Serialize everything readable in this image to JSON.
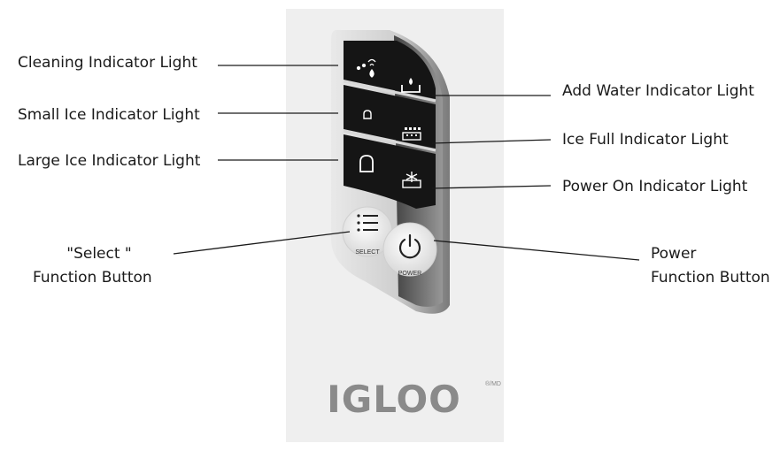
{
  "labels": {
    "cleaning": "Cleaning Indicator Light",
    "small_ice": "Small Ice Indicator Light",
    "large_ice": "Large Ice Indicator Light",
    "select_line1": "\"Select \"",
    "select_line2": "Function Button",
    "add_water": "Add Water Indicator Light",
    "ice_full": "Ice Full Indicator Light",
    "power_on": "Power On Indicator Light",
    "power_line1": "Power",
    "power_line2": "Function Button"
  },
  "panel": {
    "select_button_text": "SELECT",
    "power_button_text": "POWER",
    "brand": "IGLOO",
    "brand_mark": "®/MD"
  },
  "icons": {
    "cleaning": "cleaning-spray-icon",
    "small_ice": "small-ice-cube-icon",
    "large_ice": "large-ice-cube-icon",
    "add_water": "water-drop-tray-icon",
    "ice_full": "ice-full-basket-icon",
    "power_on": "snowflake-basket-icon",
    "select": "list-menu-icon",
    "power": "power-icon"
  }
}
